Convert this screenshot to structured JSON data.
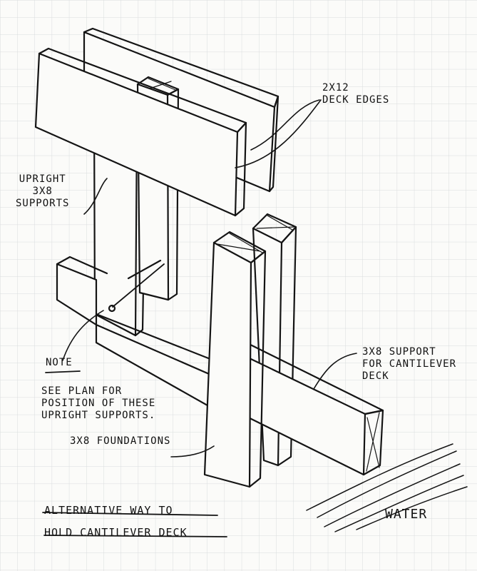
{
  "labels": {
    "deck_edges": [
      "2X12",
      "DECK EDGES"
    ],
    "upright_supports": [
      "UPRIGHT",
      "3X8",
      "SUPPORTS"
    ],
    "note_heading": "NOTE",
    "note_body": [
      "SEE PLAN FOR",
      "POSITION OF THESE",
      "UPRIGHT SUPPORTS."
    ],
    "cantilever_support": [
      "3X8 SUPPORT",
      "FOR CANTILEVER",
      "DECK"
    ],
    "foundations": "3X8 FOUNDATIONS",
    "water": "WATER",
    "title": [
      "ALTERNATIVE WAY TO",
      "HOLD CANTILEVER DECK"
    ]
  },
  "colors": {
    "paper": "#fbfbf9",
    "grid": "#d9dcdd",
    "ink": "#141414"
  }
}
